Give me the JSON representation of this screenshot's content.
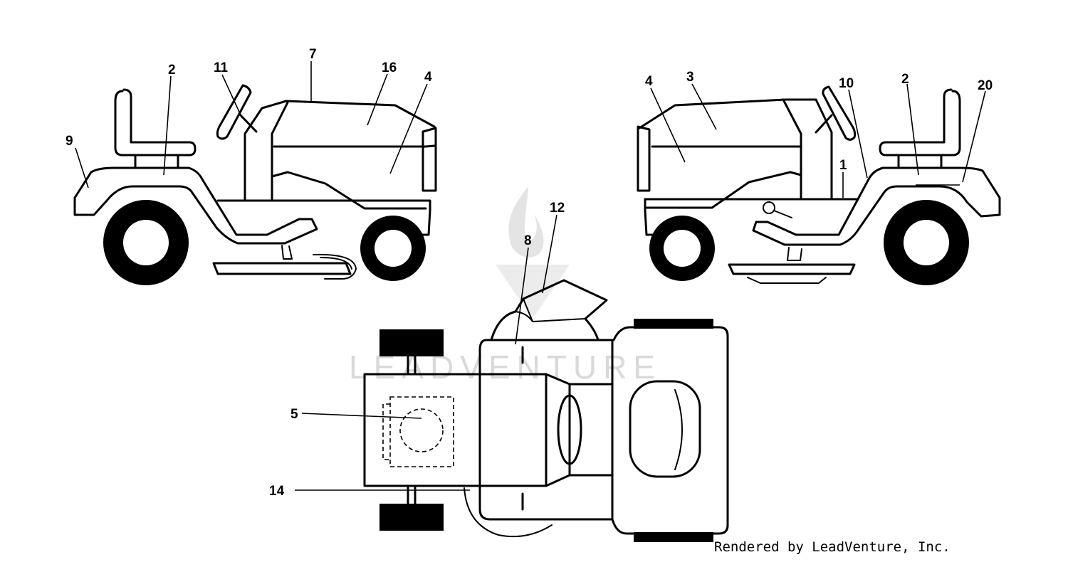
{
  "watermark": {
    "text": "LEADVENTURE"
  },
  "credit": "Rendered by LeadVenture, Inc.",
  "callouts": {
    "left_view": [
      "9",
      "2",
      "11",
      "7",
      "16",
      "4"
    ],
    "right_view": [
      "4",
      "3",
      "10",
      "2",
      "20",
      "1"
    ],
    "top_view": [
      "12",
      "8",
      "5",
      "14"
    ]
  }
}
